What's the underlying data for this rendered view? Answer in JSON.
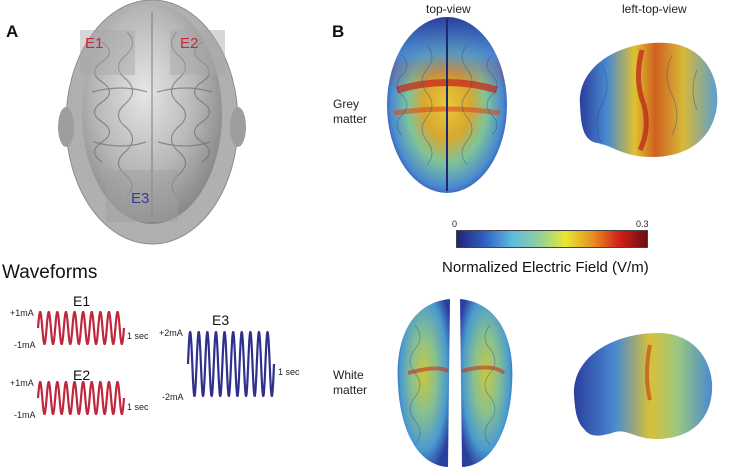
{
  "panel_a": {
    "letter": "A",
    "electrodes": [
      {
        "label": "E1",
        "color": "#c8283c"
      },
      {
        "label": "E2",
        "color": "#c8283c"
      },
      {
        "label": "E3",
        "color": "#3a3a9a"
      }
    ]
  },
  "waveforms": {
    "title": "Waveforms",
    "e1": {
      "name": "E1",
      "top": "+1mA",
      "bottom": "-1mA",
      "duration": "1 sec",
      "color": "#c0273d"
    },
    "e2": {
      "name": "E2",
      "top": "+1mA",
      "bottom": "-1mA",
      "duration": "1 sec",
      "color": "#c0273d"
    },
    "e3": {
      "name": "E3",
      "top": "+2mA",
      "bottom": "-2mA",
      "duration": "1 sec",
      "color": "#2f2f8c"
    }
  },
  "panel_b": {
    "letter": "B",
    "columns": [
      "top-view",
      "left-top-view"
    ],
    "rows": [
      {
        "line1": "Grey",
        "line2": "matter"
      },
      {
        "line1": "White",
        "line2": "matter"
      }
    ],
    "colorbar": {
      "min": "0",
      "max": "0.3",
      "title": "Normalized Electric Field (V/m)",
      "colors": [
        "#22237a",
        "#2f5fc0",
        "#5cb8e0",
        "#8fd0a0",
        "#e8e830",
        "#e89020",
        "#d02018",
        "#6e0c10"
      ]
    }
  }
}
